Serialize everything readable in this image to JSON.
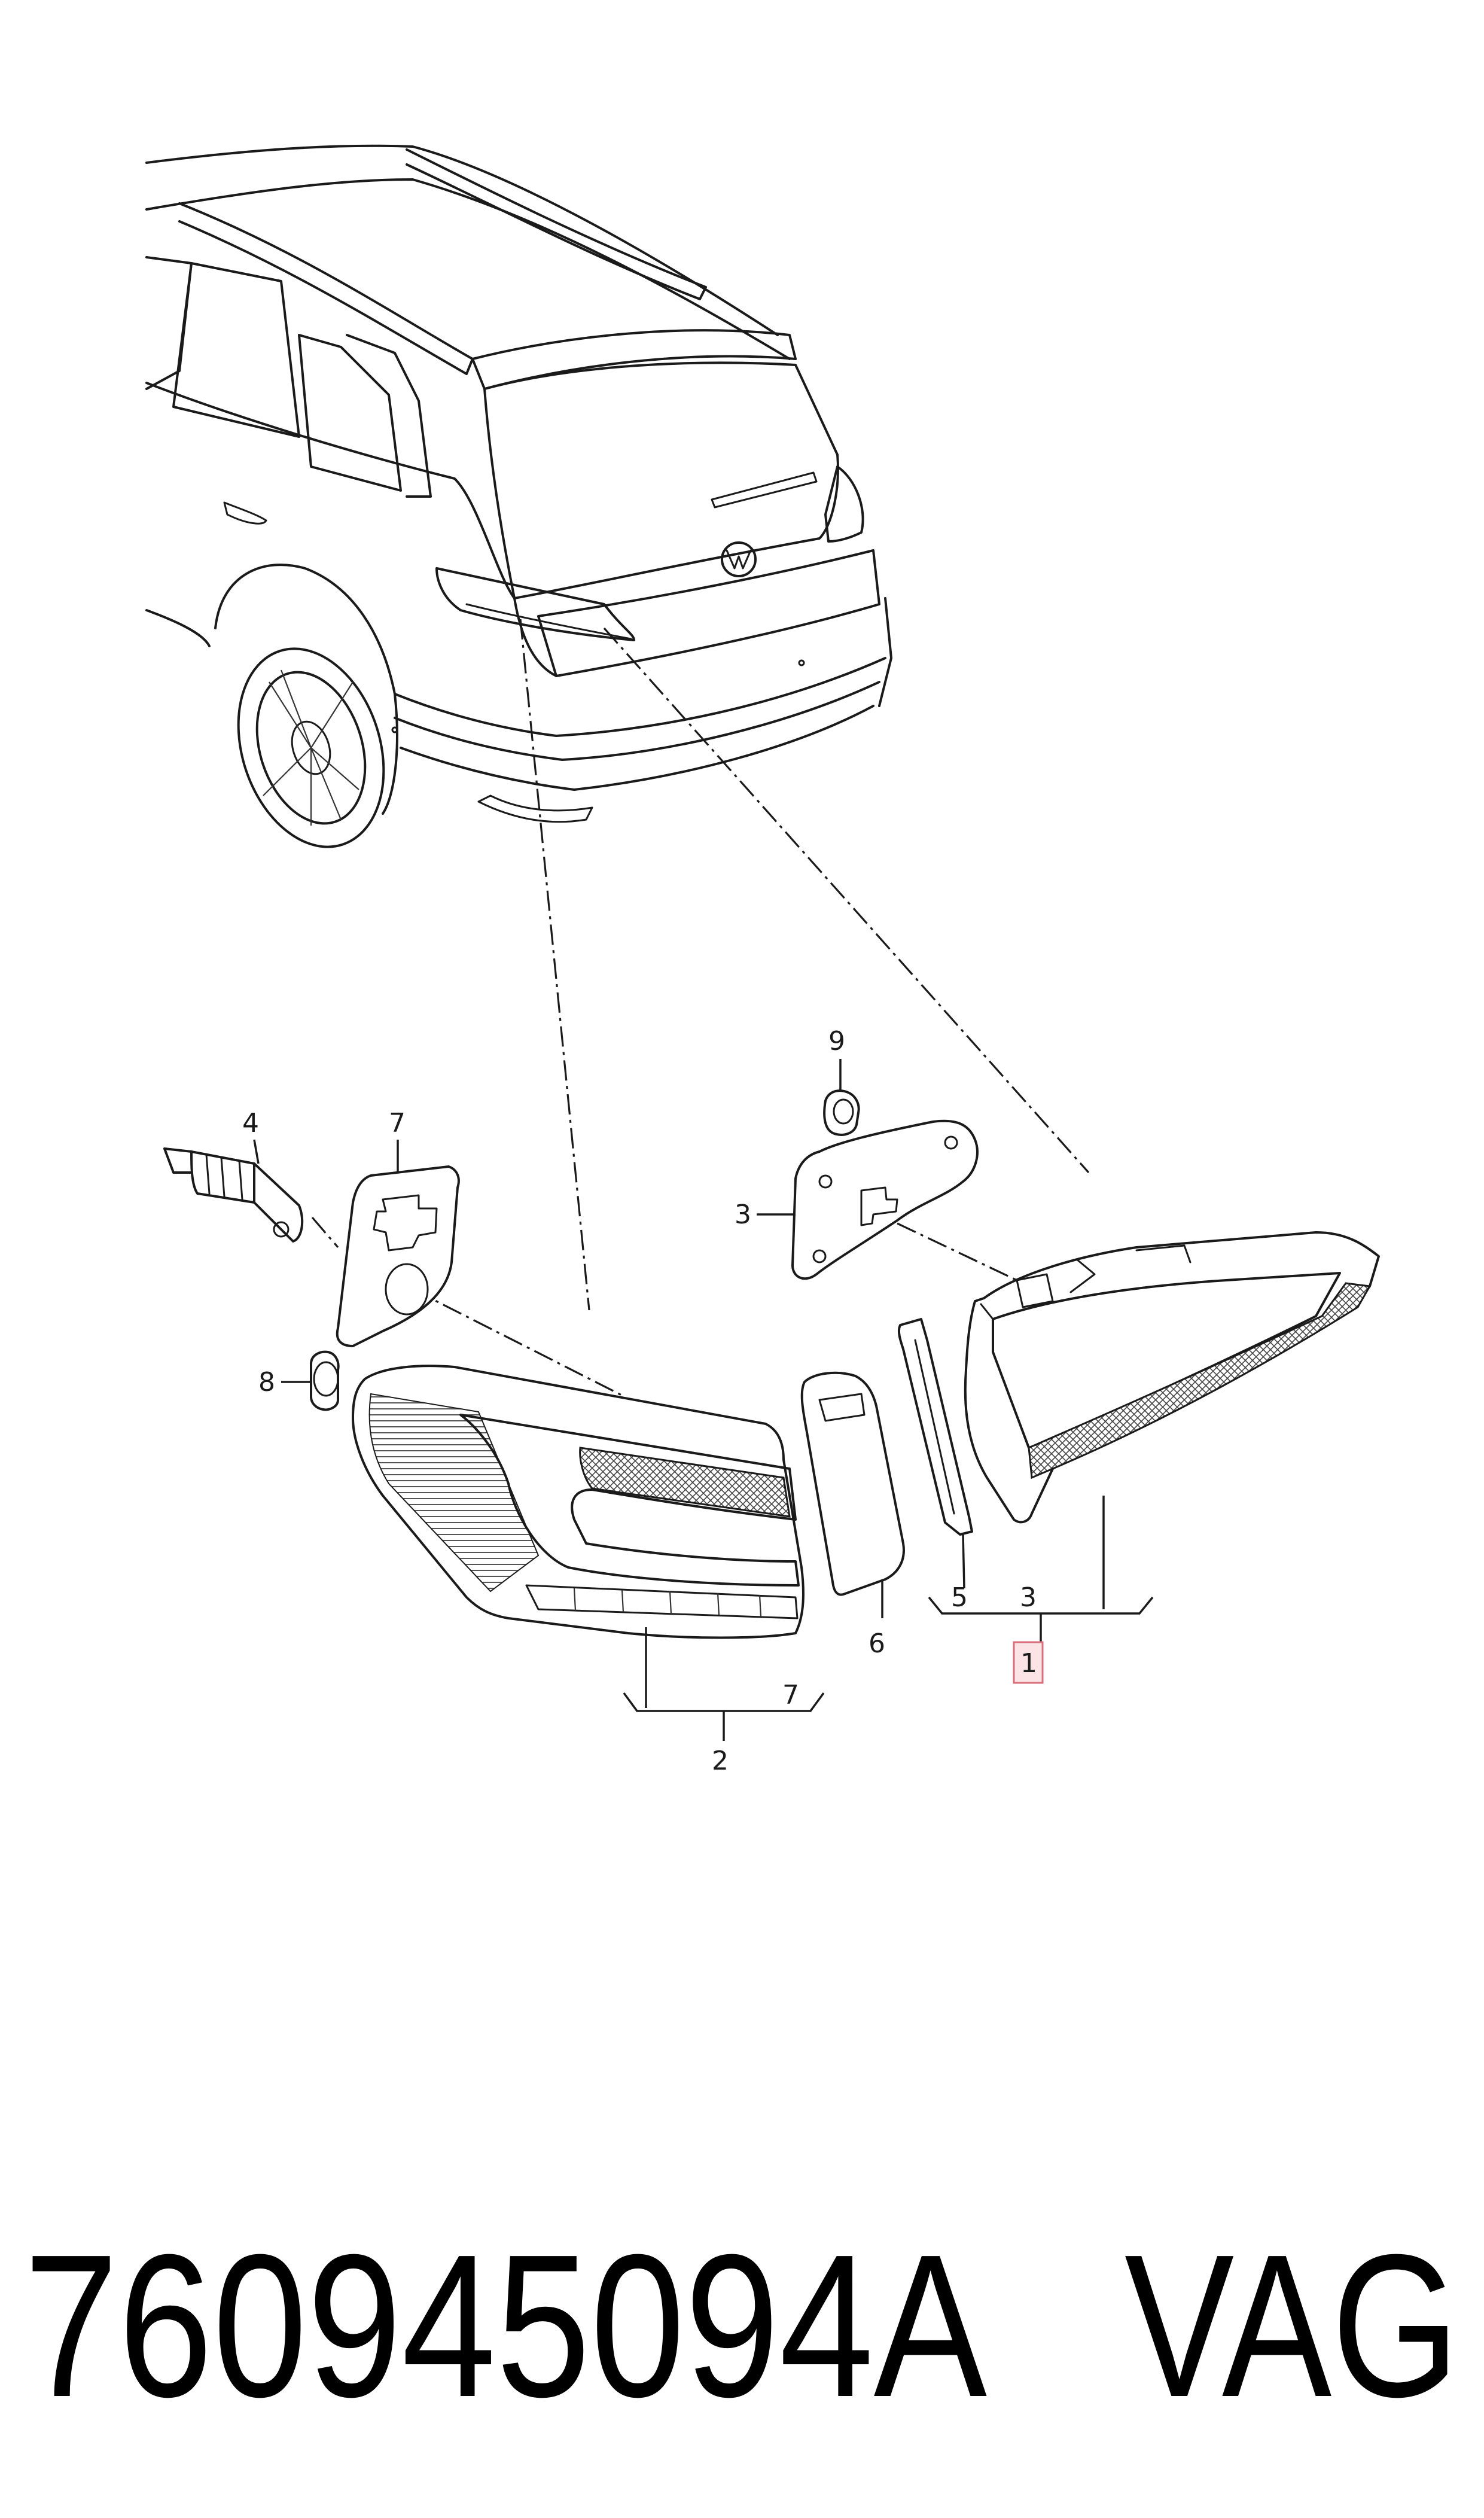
{
  "callouts": {
    "c1": "1",
    "c2": "2",
    "c3_top": "3",
    "c3_bracket": "3",
    "c4": "4",
    "c5": "5",
    "c6": "6",
    "c7_top": "7",
    "c7_bracket": "7",
    "c8": "8",
    "c9": "9"
  },
  "footer": {
    "part_number": "760945094A",
    "brand": "VAG"
  },
  "colors": {
    "highlight_fill": "#fbe3e6",
    "highlight_stroke": "#d9707c",
    "line": "#1a1a1a"
  }
}
